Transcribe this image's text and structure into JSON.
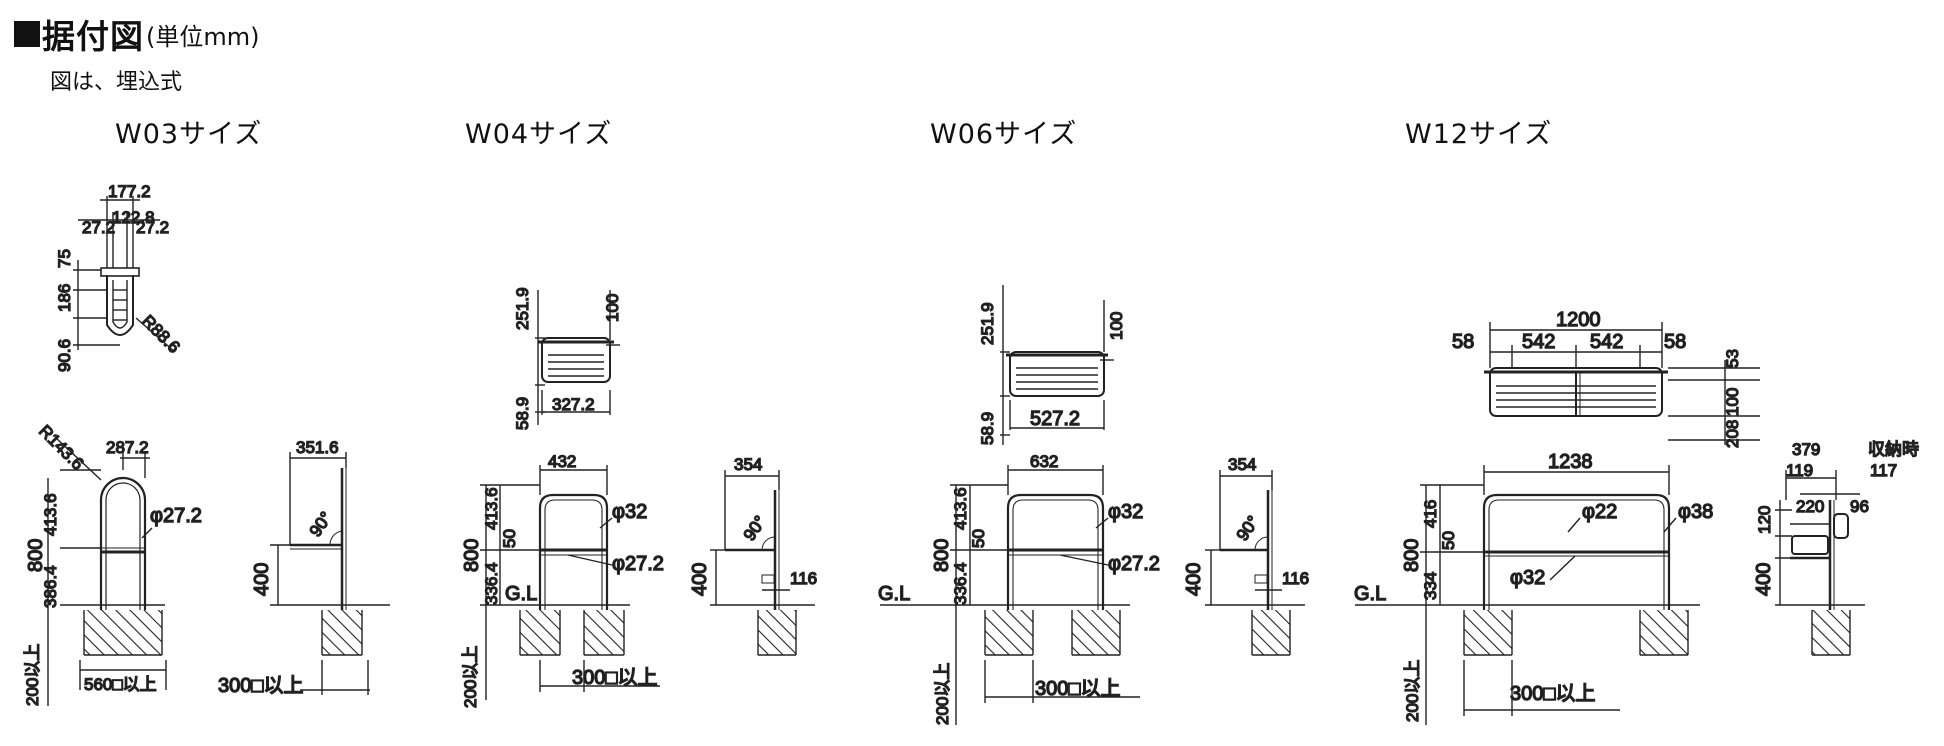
{
  "header": {
    "title": "据付図",
    "unit": "(単位mm)",
    "note": "図は、埋込式"
  },
  "sizes": [
    "W03サイズ",
    "W04サイズ",
    "W06サイズ",
    "W12サイズ"
  ],
  "labels": {
    "gl": "G.L",
    "storage": "収納時",
    "w03": {
      "top": [
        "177.2",
        "27.2",
        "122.8",
        "27.2",
        "75",
        "186",
        "90.6",
        "R88.6"
      ],
      "front": [
        "R143.6",
        "287.2",
        "413.6",
        "800",
        "386.4",
        "φ27.2",
        "200以上",
        "560□以上"
      ],
      "side": [
        "351.6",
        "90°",
        "400",
        "300□以上"
      ]
    },
    "w04": {
      "top": [
        "251.9",
        "100",
        "58.9",
        "327.2"
      ],
      "front": [
        "432",
        "413.6",
        "50",
        "800",
        "336.4",
        "φ32",
        "φ27.2",
        "200以上",
        "300□以上"
      ],
      "side": [
        "354",
        "90°",
        "400",
        "116"
      ]
    },
    "w06": {
      "top": [
        "251.9",
        "100",
        "58.9",
        "527.2"
      ],
      "front": [
        "632",
        "413.6",
        "50",
        "800",
        "336.4",
        "φ32",
        "φ27.2",
        "200以上",
        "300□以上"
      ],
      "side": [
        "354",
        "90°",
        "400",
        "116"
      ]
    },
    "w12": {
      "top": [
        "1200",
        "58",
        "542",
        "542",
        "58",
        "53",
        "100",
        "208"
      ],
      "front": [
        "1238",
        "416",
        "50",
        "800",
        "334",
        "φ22",
        "φ38",
        "φ32",
        "200以上",
        "300□以上"
      ],
      "side": [
        "379",
        "117",
        "119",
        "120",
        "220",
        "96",
        "400"
      ]
    }
  }
}
